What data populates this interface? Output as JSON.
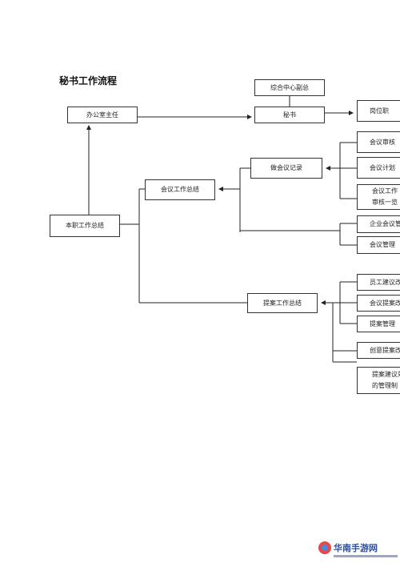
{
  "title": "秘书工作流程",
  "nodes": {
    "director": "办公室主任",
    "deputy": "综合中心副总",
    "secretary": "秘书",
    "job_duty": "岗位职",
    "summary": "本职工作总结",
    "meeting_summary": "会议工作总结",
    "minutes": "做会议记录",
    "m1": "会议审核",
    "m2": "会议计划",
    "m3_line1": "会议工作",
    "m3_line2": "审核一览",
    "m4": "企业会议管",
    "m5": "会议管理",
    "proposal_summary": "提案工作总结",
    "p1": "员工建议改",
    "p2": "会议提案改",
    "p3": "提案管理",
    "p4": "创意提案改",
    "p5_line1": "提案建议效",
    "p5_line2": "的管理制"
  },
  "watermark": {
    "logo_icon": "watermark-logo-icon",
    "text": "华南手游网"
  }
}
